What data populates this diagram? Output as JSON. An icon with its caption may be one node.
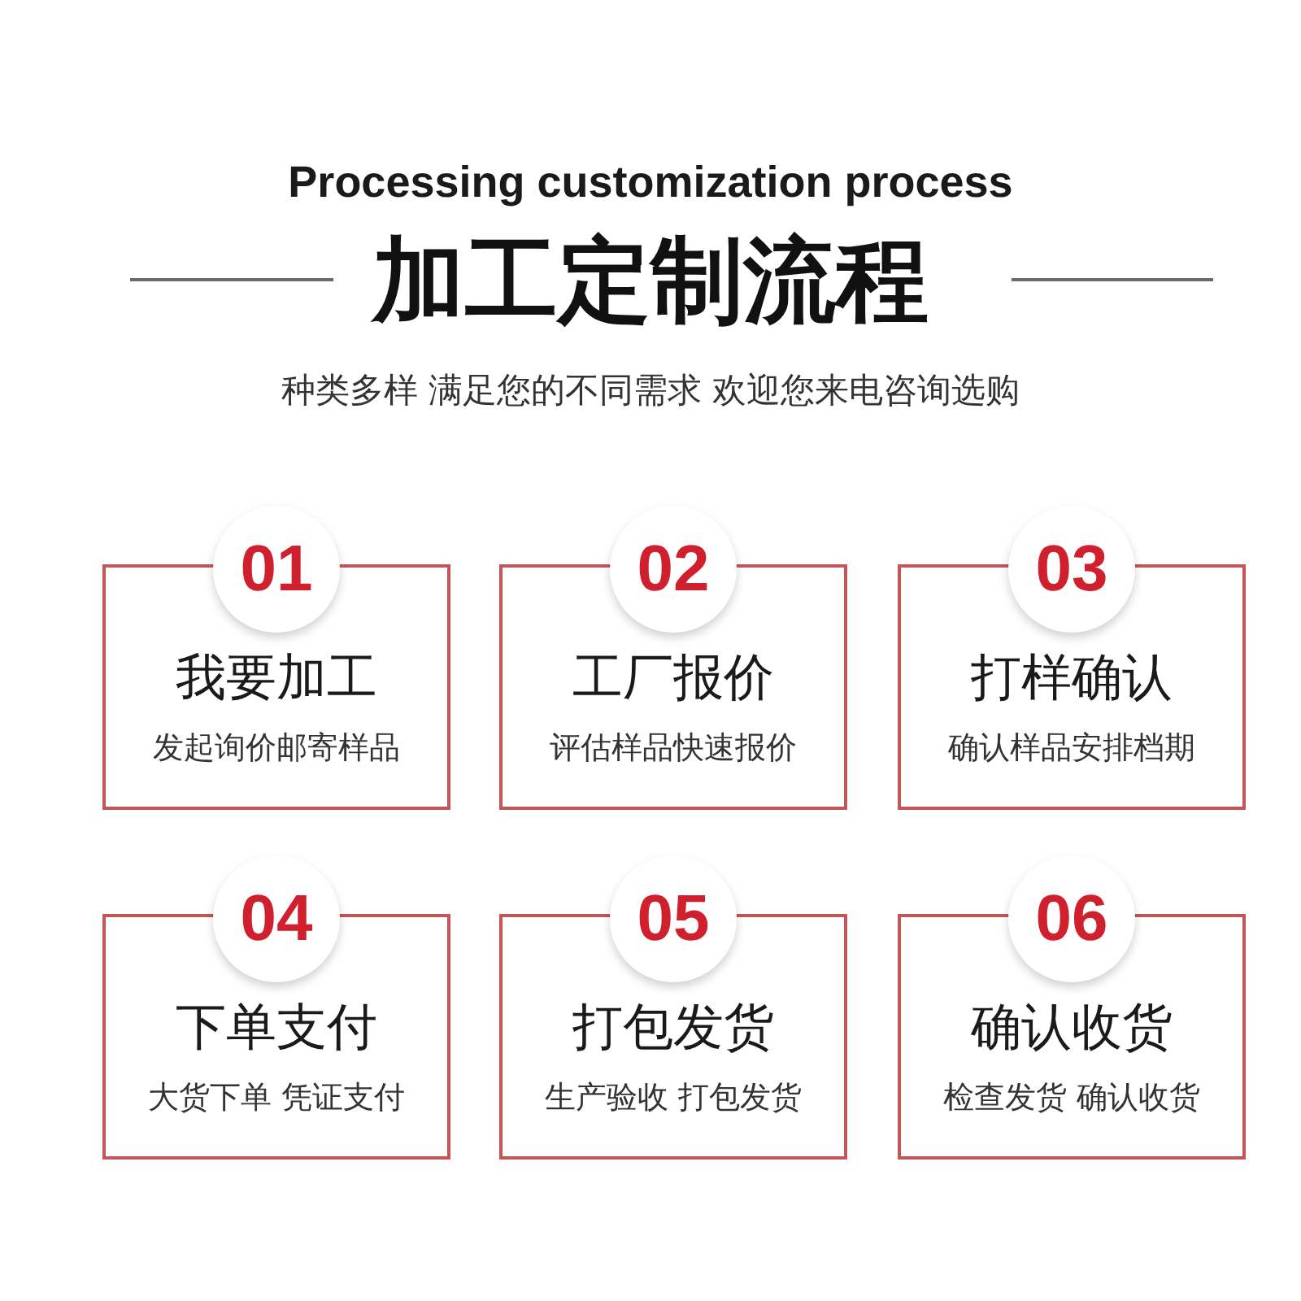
{
  "diagram": {
    "title": "加工定制流程",
    "nodes": [
      {
        "text": [
          "01",
          "我要加工",
          "发起询价邮寄样品"
        ]
      },
      {
        "text": [
          "02",
          "工厂报价",
          "评估样品快速报价"
        ]
      },
      {
        "text": [
          "03",
          "打样确认",
          "确认样品安排档期"
        ]
      },
      {
        "text": [
          "04",
          "下单支付",
          "大货下单 凭证支付"
        ]
      },
      {
        "text": [
          "05",
          "打包发货",
          "生产验收 打包发货"
        ]
      },
      {
        "text": [
          "06",
          "确认收货",
          "检查发货 确认收货"
        ]
      }
    ],
    "labels": [
      "Processing customization process",
      "种类多样 满足您的不同需求 欢迎您来电咨询选购"
    ]
  }
}
